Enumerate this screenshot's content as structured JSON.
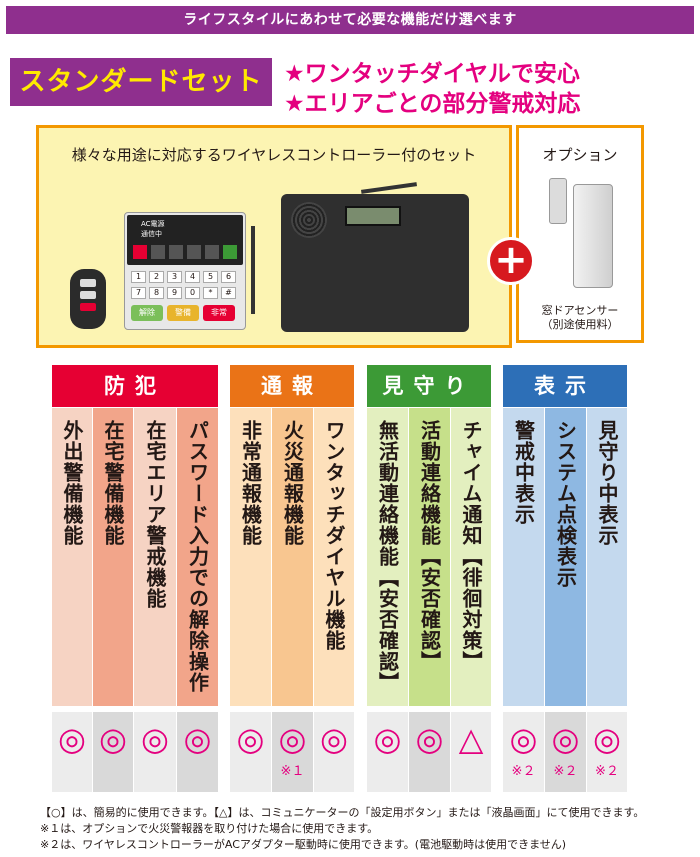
{
  "banner": "ライフスタイルにあわせて必要な機能だけ選べます",
  "set_title": "スタンダードセット",
  "headlines": [
    "★ワンタッチダイヤルで安心",
    "★エリアごとの部分警戒対応"
  ],
  "set_caption": "様々な用途に対応するワイヤレスコントローラー付のセット",
  "option": {
    "title": "オプション",
    "caption_1": "窓ドアセンサー",
    "caption_2": "（別途使用料）"
  },
  "plus_sign": "+",
  "device_text": {
    "ac": "AC電源",
    "conn": "通信中",
    "keys": [
      "1",
      "2",
      "3",
      "4",
      "5",
      "6"
    ],
    "keys2": [
      "7",
      "8",
      "9",
      "0",
      "*",
      "#"
    ],
    "btn1": "解除",
    "btn2": "警備",
    "btn3": "非常"
  },
  "categories": [
    {
      "name": "防犯",
      "color": "#e60033",
      "bg": "#f4c6b5",
      "features": [
        "外出警備機能",
        "在宅警備機能",
        "在宅エリア警戒機能",
        "パスワード入力での解除操作"
      ],
      "marks": [
        "◎",
        "◎",
        "◎",
        "◎"
      ],
      "notes": [
        "",
        "",
        "",
        ""
      ]
    },
    {
      "name": "通報",
      "color": "#ea7317",
      "bg": "#f9d6a6",
      "features": [
        "非常通報機能",
        "火災通報機能",
        "ワンタッチダイヤル機能"
      ],
      "marks": [
        "◎",
        "◎",
        "◎"
      ],
      "notes": [
        "",
        "※１",
        ""
      ]
    },
    {
      "name": "見守り",
      "color": "#3c9a36",
      "bg": "#cde29a",
      "features": [
        "無活動連絡機能【安否確認】",
        "活動連絡機能【安否確認】",
        "チャイム通知【徘徊対策】"
      ],
      "marks": [
        "◎",
        "◎",
        "△"
      ],
      "notes": [
        "",
        "",
        ""
      ]
    },
    {
      "name": "表示",
      "color": "#2d6fb7",
      "bg": "#a9c8e7",
      "features": [
        "警戒中表示",
        "システム点検表示",
        "見守り中表示"
      ],
      "marks": [
        "◎",
        "◎",
        "◎"
      ],
      "notes": [
        "※２",
        "※２",
        "※２"
      ]
    }
  ],
  "footnotes": [
    "【○】は、簡易的に使用できます。【△】は、コミュニケーターの「設定用ボタン」または「液晶画面」にて使用できます。",
    "※１は、オプションで火災警報器を取り付けた場合に使用できます。",
    "※２は、ワイヤレスコントローラーがACアダプター駆動時に使用できます。(電池駆動時は使用できません)"
  ]
}
